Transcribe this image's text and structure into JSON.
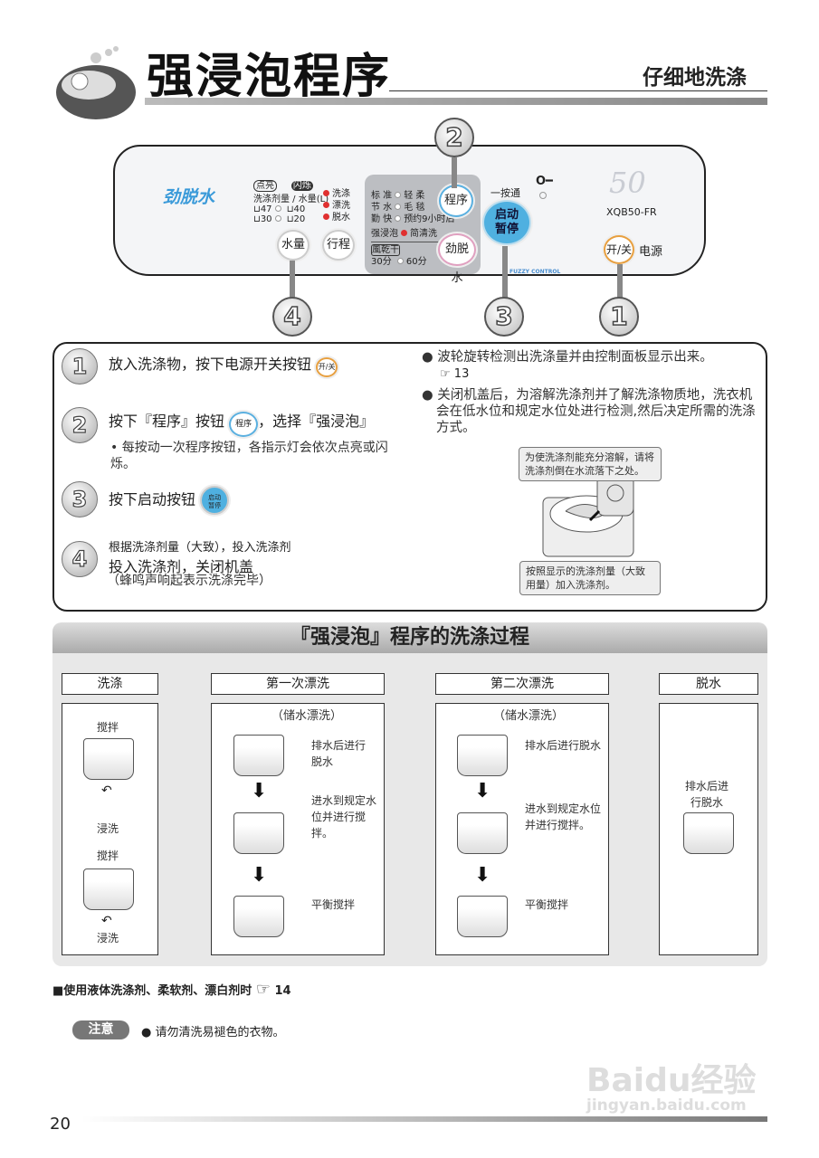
{
  "header": {
    "title": "强浸泡程序",
    "subtitle": "仔细地洗涤"
  },
  "panel": {
    "brand": "劲脱水",
    "light_on": "点亮",
    "light_blink": "闪烁",
    "water_label": "洗涤剂量 / 水量(L)",
    "levels": [
      "47",
      "40",
      "30",
      "20"
    ],
    "status": [
      "洗涤",
      "漂洗",
      "脱水"
    ],
    "programs": [
      "标 准",
      "轻 柔",
      "节 水",
      "毛 毯",
      "勤 快",
      "预约9小时后",
      "强浸泡",
      "简清洗"
    ],
    "dry_label": "風乾干",
    "dry_options": [
      "30分",
      "60分"
    ],
    "btn_water": "水量",
    "btn_course": "行程",
    "btn_program": "程序",
    "btn_spin": "劲脱水",
    "one_touch": "一按通",
    "key_icon": "key-icon",
    "btn_start": "启动\n暂停",
    "model_num": "50",
    "model": "XQB50-FR",
    "btn_power": "开/关",
    "power_label": "电源",
    "fuzzy": "FUZZY CONTROL",
    "callouts": [
      "2",
      "4",
      "3",
      "1"
    ]
  },
  "steps": [
    {
      "num": "1",
      "text": "放入洗涤物，按下电源开关按钮",
      "icon": "开/关"
    },
    {
      "num": "2",
      "text": "按下『程序』按钮",
      "icon": "程序",
      "text2": "，选择『强浸泡』",
      "note": "• 每按动一次程序按钮，各指示灯会依次点亮或闪烁。"
    },
    {
      "num": "3",
      "text": "按下启动按钮",
      "icon": "启动暂停"
    },
    {
      "num": "4",
      "small": "根据洗涤剂量（大致），投入洗涤剂",
      "text": "投入洗涤剂，关闭机盖",
      "note": "（蜂鸣声响起表示洗涤完毕）"
    }
  ],
  "notes": {
    "bullet1": "波轮旋转检测出洗涤量并由控制面板显示出来。",
    "ref1": "13",
    "bullet2": "关闭机盖后，为溶解洗涤剂并了解洗涤物质地，洗衣机会在低水位和规定水位处进行检测,然后决定所需的洗涤方式。",
    "callout_top": "为使洗涤剂能充分溶解，请将洗涤剂倒在水流落下之处。",
    "callout_bottom": "按照显示的洗涤剂量（大致用量）加入洗涤剂。"
  },
  "process": {
    "title": "『强浸泡』程序的洗涤过程",
    "wash": {
      "header": "洗涤",
      "labels": [
        "搅拌",
        "浸洗",
        "搅拌",
        "浸洗"
      ]
    },
    "rinse1": {
      "header": "第一次漂洗",
      "sub": "（储水漂洗）",
      "labels": [
        "排水后进行脱水",
        "进水到规定水位并进行搅拌。",
        "平衡搅拌"
      ]
    },
    "rinse2": {
      "header": "第二次漂洗",
      "sub": "（储水漂洗）",
      "labels": [
        "排水后进行脱水",
        "进水到规定水位并进行搅拌。",
        "平衡搅拌"
      ]
    },
    "spin": {
      "header": "脱水",
      "labels": [
        "排水后进行脱水"
      ]
    }
  },
  "footer": {
    "liquid_note": "■使用液体洗涤剂、柔软剂、漂白剂时",
    "ref": "14",
    "caution_badge": "注意",
    "caution_text": "● 请勿清洗易褪色的衣物。",
    "page": "20"
  },
  "watermark": {
    "brand": "Baidu经验",
    "url": "jingyan.baidu.com"
  }
}
